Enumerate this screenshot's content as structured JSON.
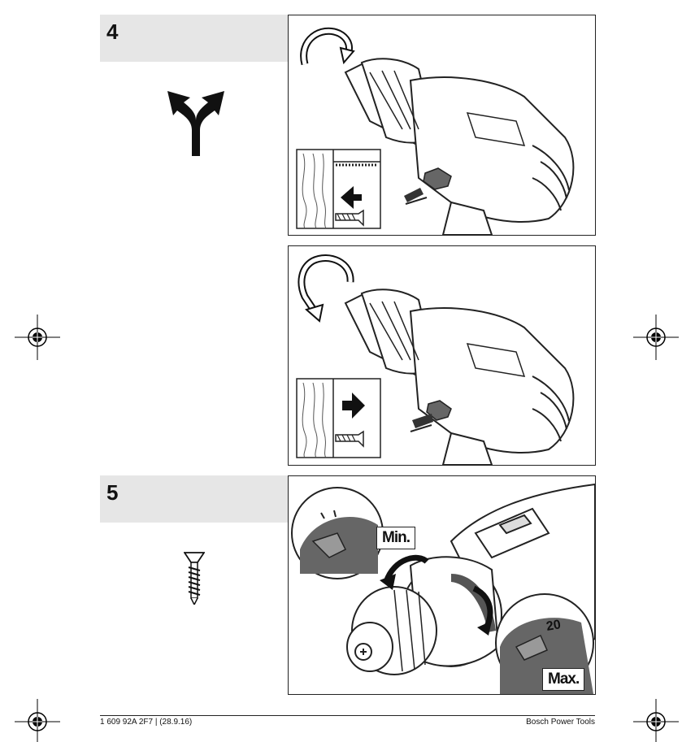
{
  "steps": [
    {
      "number": "4"
    },
    {
      "number": "5"
    }
  ],
  "labels": {
    "min": "Min.",
    "max": "Max."
  },
  "footer": {
    "left": "1 609 92A 2F7 | (28.9.16)",
    "right": "Bosch Power Tools"
  },
  "icons": {
    "direction": "fork-arrow-icon",
    "screw": "screw-icon",
    "rotation_right": "rotate-clockwise-icon",
    "rotation_left": "rotate-counterclockwise-icon"
  }
}
